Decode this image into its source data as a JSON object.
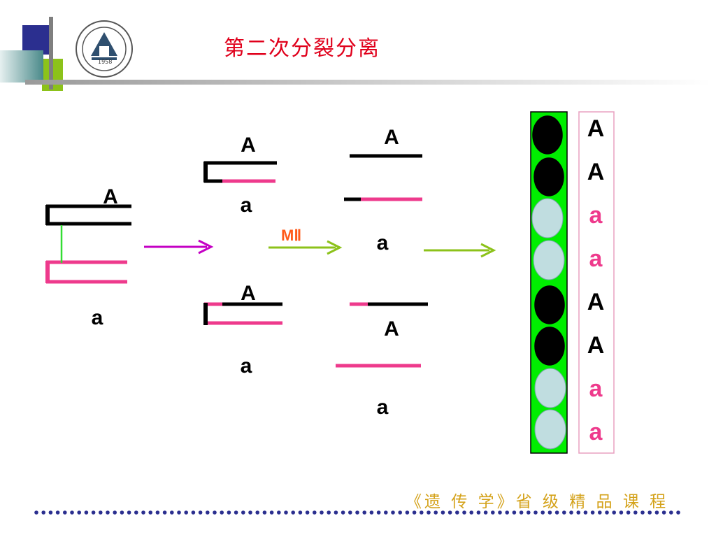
{
  "header": {
    "title": "第二次分裂分离",
    "logo_text": "1958"
  },
  "diagram": {
    "left_label_top": "A",
    "left_label_bottom": "a",
    "mid_top_A": "A",
    "mid_top_a": "a",
    "mid_bot_A": "A",
    "mid_bot_a": "a",
    "arrow_label": "MⅡ",
    "right_1_A": "A",
    "right_1_a": "a",
    "right_2_A": "A",
    "right_2_a": "a"
  },
  "spore_column": {
    "labels": [
      "A",
      "A",
      "a",
      "a",
      "A",
      "A",
      "a",
      "a"
    ]
  },
  "footer": {
    "text": "《遗 传 学》省 级 精 品 课 程"
  },
  "colors": {
    "black_chromatid": "#000000",
    "pink_chromatid": "#ee3a8c",
    "arrow_magenta": "#c400c4",
    "arrow_green": "#8cc21a",
    "column_green": "#00ee00",
    "spore_light": "#c0dde0",
    "title_red": "#e0001b",
    "footer_gold": "#d4a21a"
  }
}
